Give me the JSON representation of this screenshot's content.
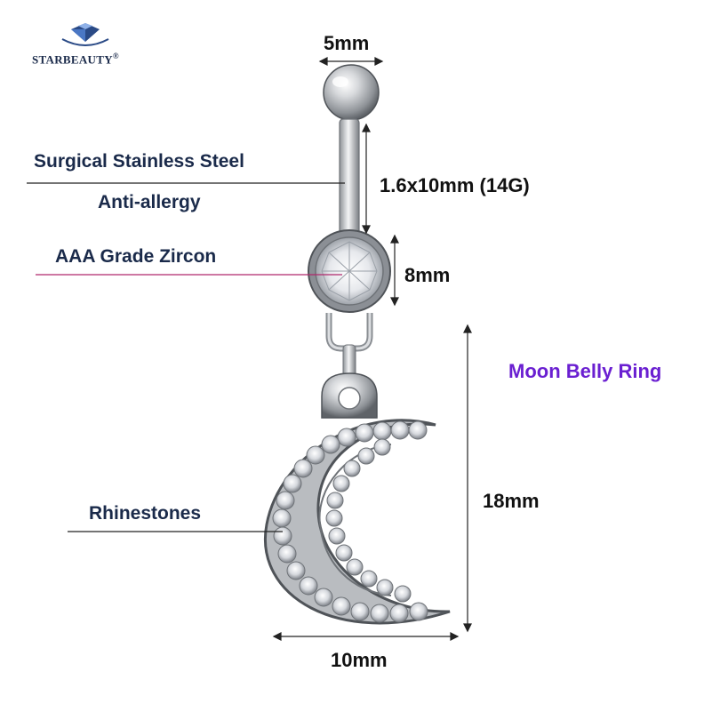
{
  "brand": {
    "name": "STARBEAUTY",
    "reg": "®"
  },
  "labels": {
    "steel": "Surgical Stainless Steel",
    "anti": "Anti-allergy",
    "zircon": "AAA Grade Zircon",
    "rhinestones": "Rhinestones"
  },
  "title": "Moon Belly Ring",
  "dimensions": {
    "ball": "5mm",
    "bar": "1.6x10mm (14G)",
    "gem": "8mm",
    "height": "18mm",
    "width": "10mm"
  },
  "colors": {
    "title": "#6a1fd1",
    "label": "#1a2a4a",
    "zircon_line": "#b0286c",
    "metal": "#b9bcc0",
    "metal_dark": "#6e7277"
  }
}
